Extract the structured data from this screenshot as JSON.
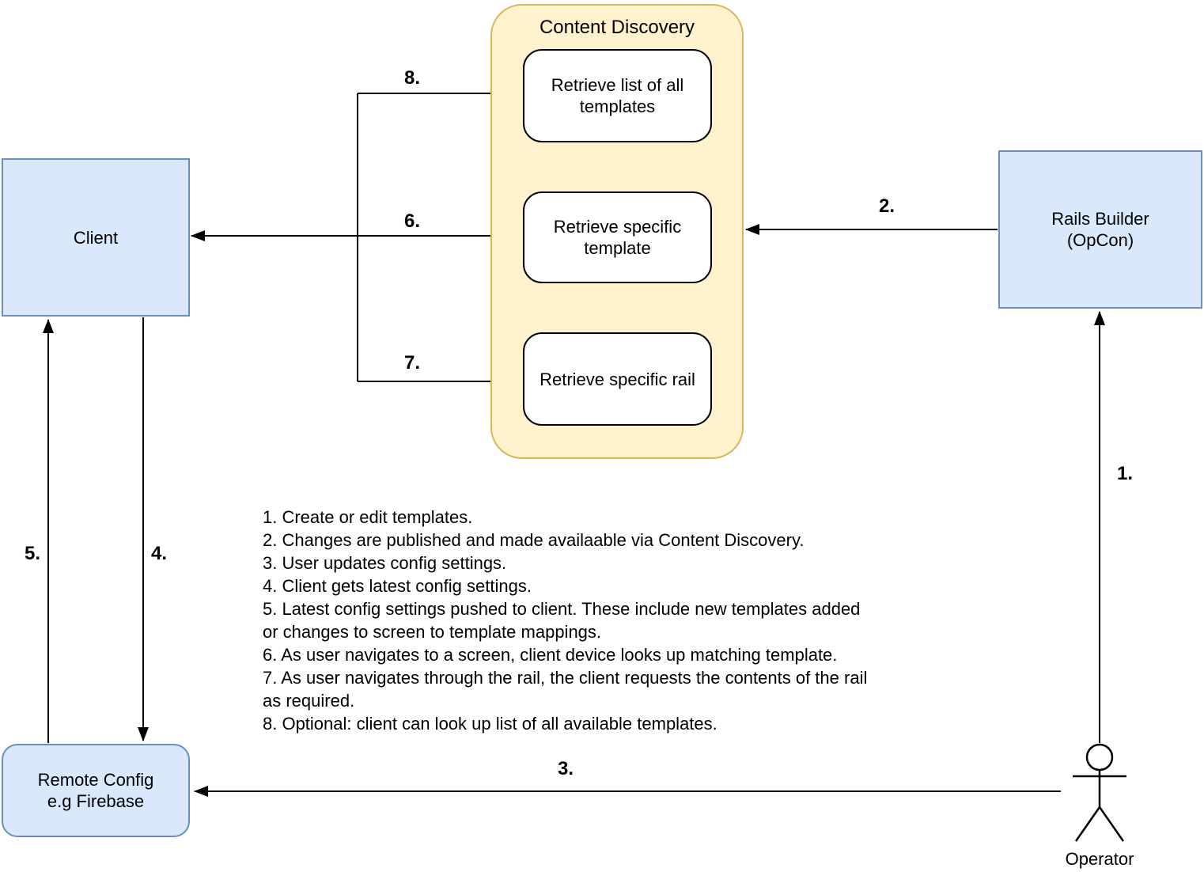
{
  "nodes": {
    "client": {
      "label": "Client"
    },
    "rails_builder": {
      "label": "Rails Builder\n(OpCon)"
    },
    "remote_config": {
      "label": "Remote Config\ne.g Firebase"
    },
    "operator": {
      "label": "Operator"
    },
    "content_discovery": {
      "title": "Content Discovery",
      "services": [
        {
          "label": "Retrieve list of all\ntemplates"
        },
        {
          "label": "Retrieve specific\ntemplate"
        },
        {
          "label": "Retrieve specific rail"
        }
      ]
    }
  },
  "arrows": {
    "a1": {
      "label": "1.",
      "from": "operator",
      "to": "rails_builder"
    },
    "a2": {
      "label": "2.",
      "from": "rails_builder",
      "to": "content_discovery"
    },
    "a3": {
      "label": "3.",
      "from": "operator",
      "to": "remote_config"
    },
    "a4": {
      "label": "4.",
      "from": "client",
      "to": "remote_config"
    },
    "a5": {
      "label": "5.",
      "from": "remote_config",
      "to": "client"
    },
    "a6": {
      "label": "6.",
      "from": "client",
      "to": "retrieve_specific_template",
      "bidirectional": true
    },
    "a7": {
      "label": "7.",
      "from": "client",
      "to": "retrieve_specific_rail"
    },
    "a8": {
      "label": "8.",
      "from": "client",
      "to": "retrieve_list_of_all_templates"
    }
  },
  "notes": {
    "lines": [
      "1. Create or edit templates.",
      "2. Changes are published and made availaable via Content Discovery.",
      "3. User updates config settings.",
      "4. Client gets latest config settings.",
      "5. Latest config settings pushed to client. These include new templates added",
      "or changes to screen to template mappings.",
      "6. As user navigates to a screen, client device looks up matching template.",
      "7. As user navigates through the rail, the client requests the contents of the rail",
      "as required.",
      "8. Optional: client can look up list of all available templates."
    ]
  },
  "colors": {
    "node_fill": "#dae8fc",
    "node_border": "#6c8ebf",
    "container_fill": "#fff2cc",
    "container_border": "#d6b656",
    "service_fill": "#ffffff",
    "line": "#000000"
  }
}
